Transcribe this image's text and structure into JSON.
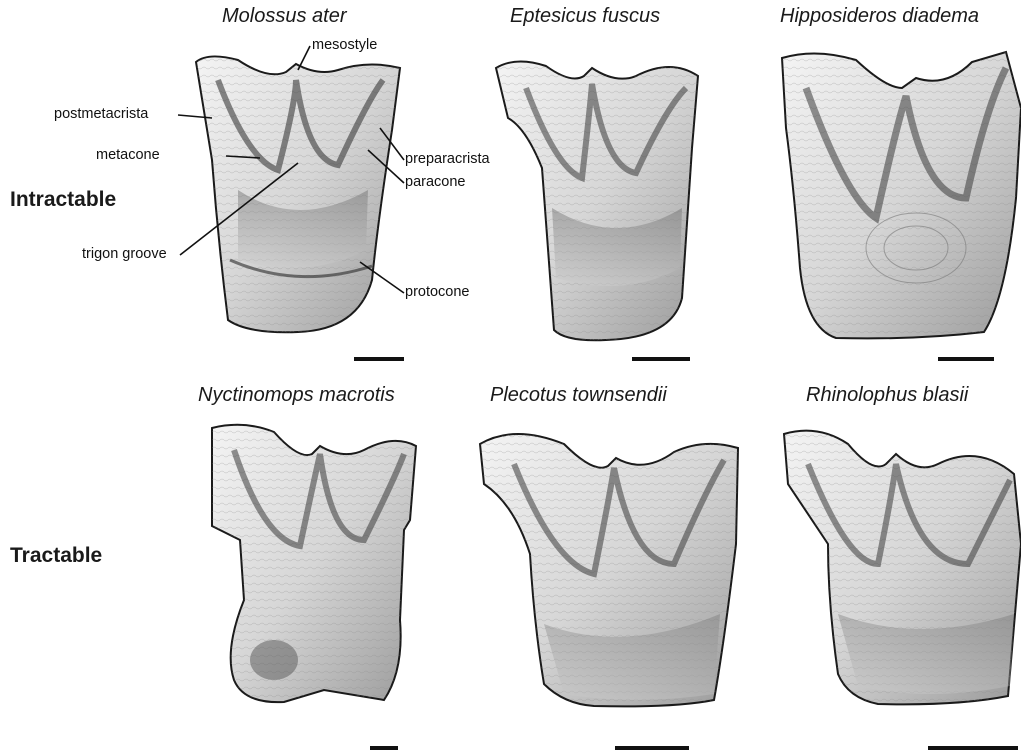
{
  "rows": [
    {
      "label": "Intractable"
    },
    {
      "label": "Tractable"
    }
  ],
  "specimens": [
    {
      "species": "Molossus ater",
      "row": "Intractable"
    },
    {
      "species": "Eptesicus fuscus",
      "row": "Intractable"
    },
    {
      "species": "Hipposideros diadema",
      "row": "Intractable"
    },
    {
      "species": "Nyctinomops macrotis",
      "row": "Tractable"
    },
    {
      "species": "Plecotus townsendii",
      "row": "Tractable"
    },
    {
      "species": "Rhinolophus blasii",
      "row": "Tractable"
    }
  ],
  "annotations": {
    "mesostyle": "mesostyle",
    "postmetacrista": "postmetacrista",
    "metacone": "metacone",
    "preparacrista": "preparacrista",
    "paracone": "paracone",
    "trigon_groove": "trigon groove",
    "protocone": "protocone"
  },
  "colors": {
    "tooth_light": "#f2f2f2",
    "tooth_mid": "#bdbdbd",
    "tooth_dark": "#555555",
    "outline": "#1a1a1a",
    "scale_bar": "#111111"
  }
}
